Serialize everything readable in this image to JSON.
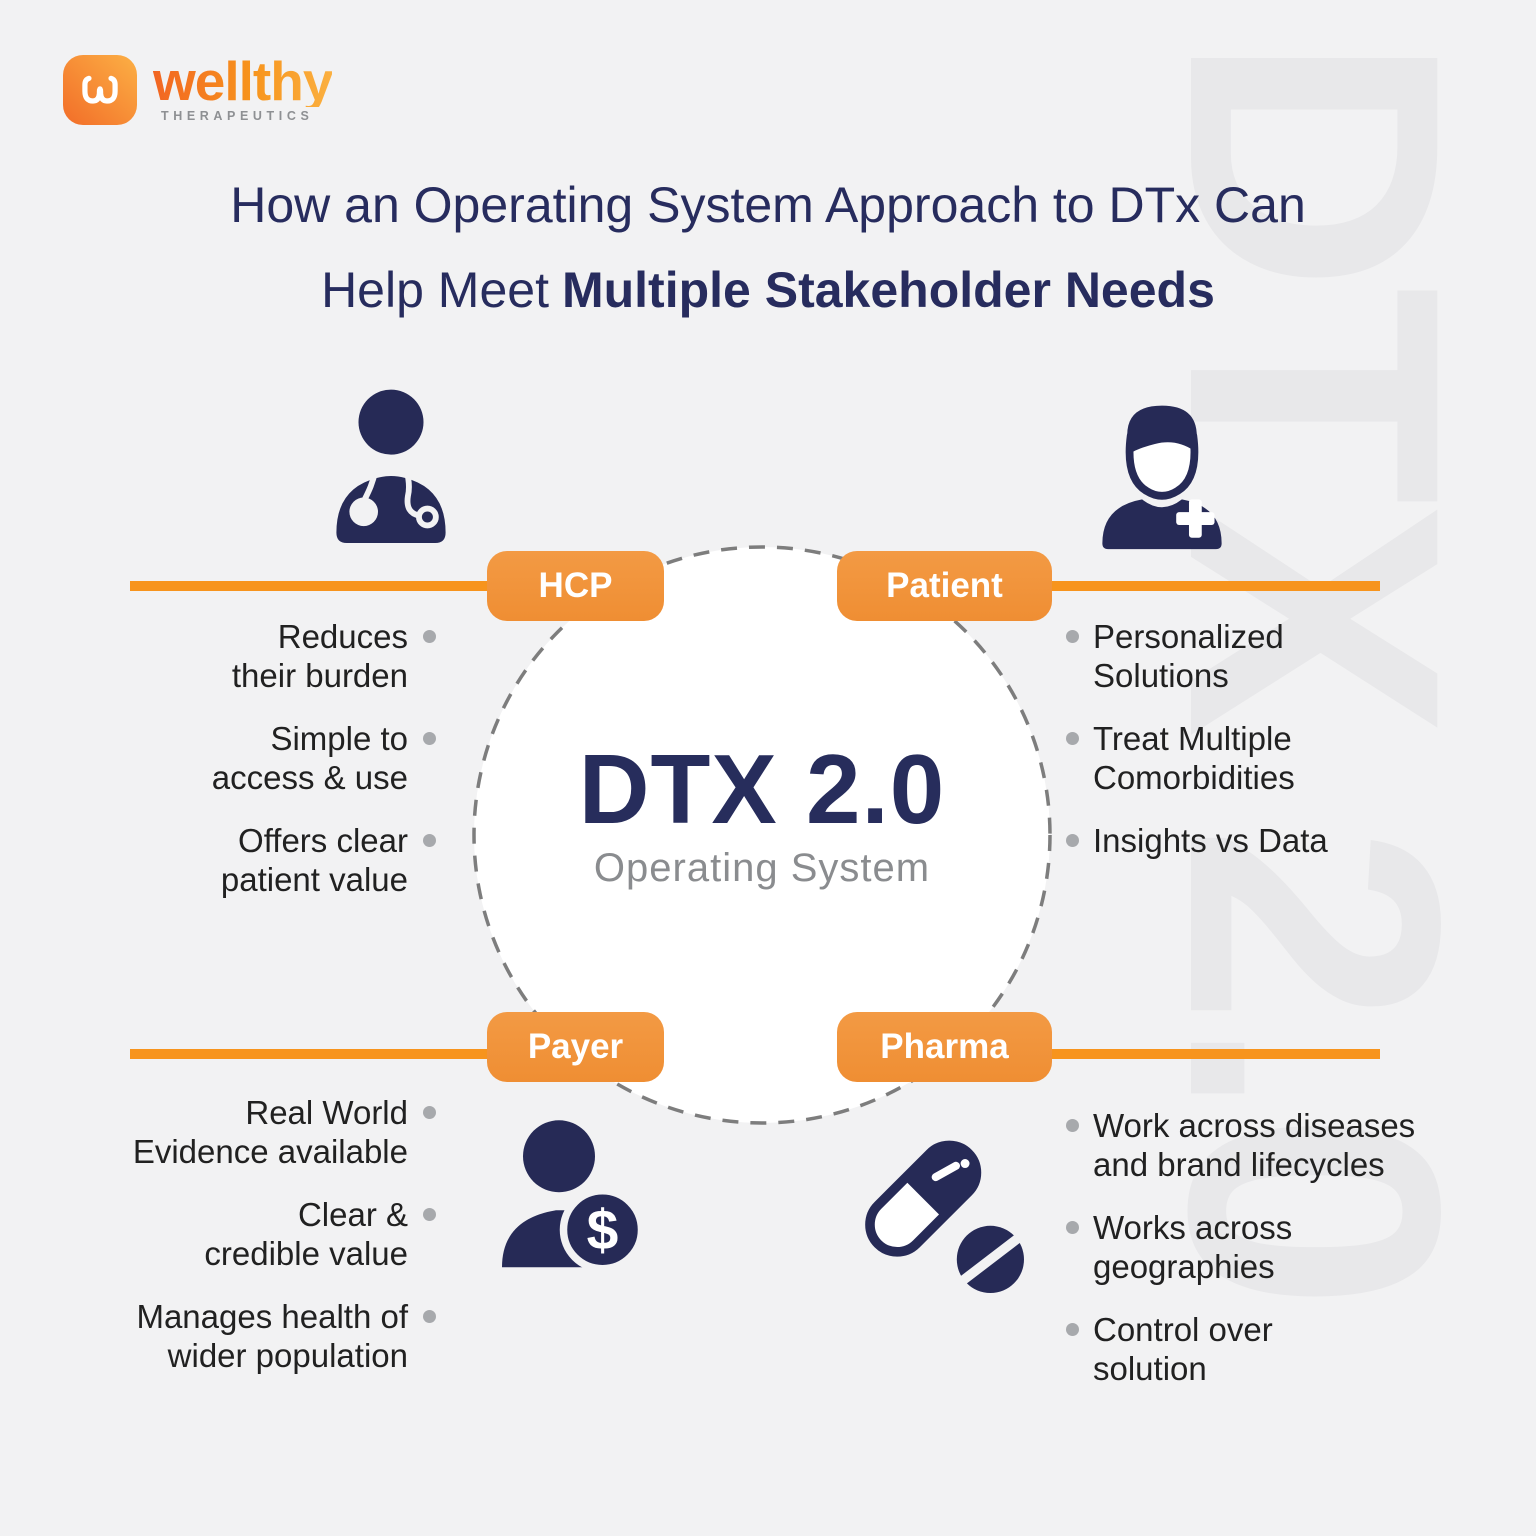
{
  "page": {
    "watermark_text": "DTX 2.0",
    "background": "#F2F2F3"
  },
  "colors": {
    "accent_orange": "#F7941D",
    "pill_orange": "#F0923C",
    "navy": "#272C5E",
    "icon_navy": "#262A56",
    "bullet_dot_gray": "#A7A9AC",
    "text_dark": "#212121",
    "subtext_gray": "#8A8C8F",
    "watermark_gray": "#E8E8EA"
  },
  "logo": {
    "brand": "wellthy",
    "subtitle": "THERAPEUTICS"
  },
  "title": {
    "line1": "How an Operating System Approach to DTx Can",
    "line2_regular": "Help Meet",
    "line2_bold": "Multiple Stakeholder Needs"
  },
  "center": {
    "heading": "DTX 2.0",
    "subheading": "Operating System"
  },
  "quadrants": {
    "hcp": {
      "label": "HCP",
      "icon": "doctor-icon",
      "bullets": [
        "Reduces\ntheir burden",
        "Simple to\naccess & use",
        "Offers clear\npatient value"
      ]
    },
    "patient": {
      "label": "Patient",
      "icon": "patient-icon",
      "bullets": [
        "Personalized\nSolutions",
        "Treat Multiple\nComorbidities",
        "Insights vs Data"
      ]
    },
    "payer": {
      "label": "Payer",
      "icon": "payer-dollar-icon",
      "bullets": [
        "Real World\nEvidence available",
        "Clear &\ncredible value",
        "Manages health of\nwider population"
      ]
    },
    "pharma": {
      "label": "Pharma",
      "icon": "pharma-pills-icon",
      "bullets": [
        "Work across diseases\nand brand lifecycles",
        "Works across\ngeographies",
        "Control over\nsolution"
      ]
    }
  }
}
